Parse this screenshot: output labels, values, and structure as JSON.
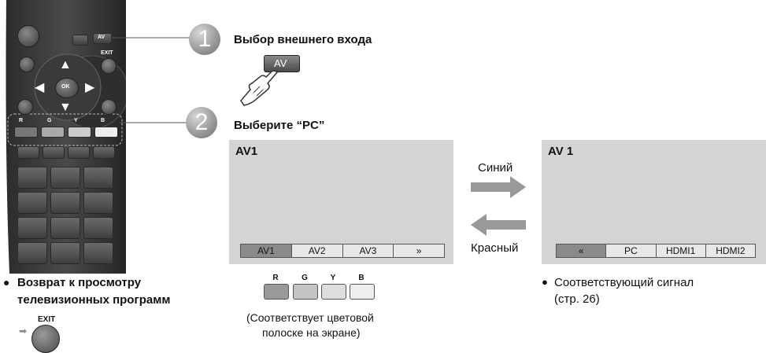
{
  "remote": {
    "av_label": "AV",
    "exit_label": "EXIT",
    "ok_label": "OK",
    "color_keys": [
      "R",
      "G",
      "Y",
      "B"
    ]
  },
  "steps": {
    "step1": {
      "number": "1",
      "title": "Выбор внешнего входа",
      "button_label": "AV"
    },
    "step2": {
      "number": "2",
      "title": "Выберите “PC”"
    }
  },
  "screen_left": {
    "title": "AV1",
    "items": [
      "AV1",
      "AV2",
      "AV3",
      "»"
    ]
  },
  "screen_right": {
    "title": "AV 1",
    "items": [
      "«",
      "PC",
      "HDMI1",
      "HDMI2"
    ]
  },
  "arrows": {
    "blue_label": "Синий",
    "red_label": "Красный"
  },
  "color_buttons": {
    "labels": [
      "R",
      "G",
      "Y",
      "B"
    ],
    "colors": [
      "#9a9a9a",
      "#c4c4c4",
      "#dddddd",
      "#eeeeee"
    ],
    "caption_line1": "(Соответствует цветовой",
    "caption_line2": "полоске на экране)"
  },
  "bottom_left": {
    "line1": "Возврат к просмотру",
    "line2": "телевизионных программ",
    "exit_label": "EXIT"
  },
  "bottom_right": {
    "line1": "Соответствующий сигнал",
    "line2": "(стр. 26)"
  }
}
